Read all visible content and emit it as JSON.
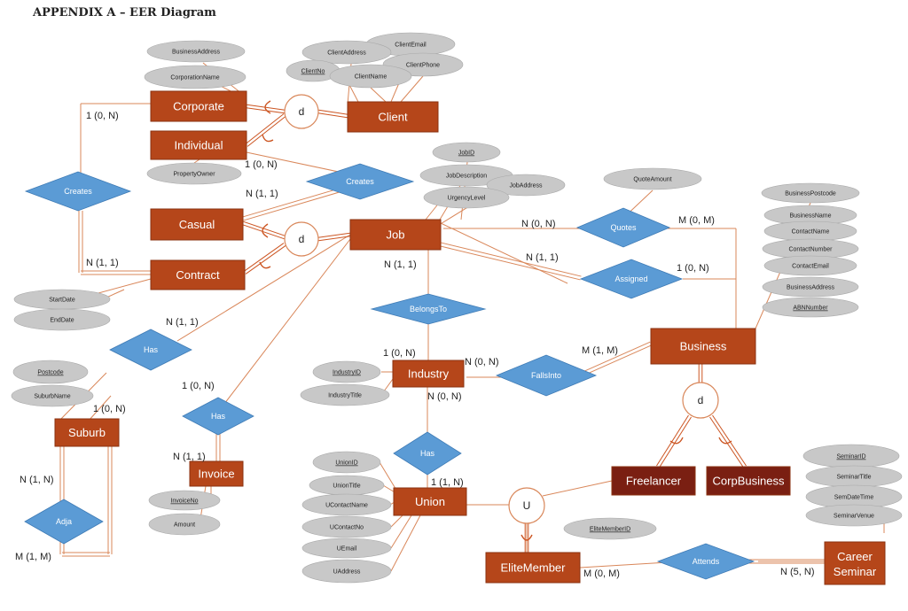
{
  "title": "APPENDIX A – EER Diagram",
  "colors": {
    "entity": "#b5461a",
    "weak_entity": "#7a1f12",
    "relationship": "#5b9bd5",
    "attribute": "#c8c8c8",
    "line": "#d9875a",
    "inheritance": "#cc5522"
  },
  "entities": [
    {
      "id": "corporate",
      "label": "Corporate"
    },
    {
      "id": "individual",
      "label": "Individual"
    },
    {
      "id": "client",
      "label": "Client"
    },
    {
      "id": "casual",
      "label": "Casual"
    },
    {
      "id": "contract",
      "label": "Contract"
    },
    {
      "id": "job",
      "label": "Job"
    },
    {
      "id": "industry",
      "label": "Industry"
    },
    {
      "id": "business",
      "label": "Business"
    },
    {
      "id": "suburb",
      "label": "Suburb"
    },
    {
      "id": "invoice",
      "label": "Invoice"
    },
    {
      "id": "union",
      "label": "Union"
    },
    {
      "id": "freelancer",
      "label": "Freelancer",
      "weak": true
    },
    {
      "id": "corpbusiness",
      "label": "CorpBusiness",
      "weak": true
    },
    {
      "id": "elitemember",
      "label": "EliteMember"
    },
    {
      "id": "careerseminar",
      "label": "Career Seminar",
      "lines": [
        "Career",
        "Seminar"
      ]
    }
  ],
  "relationships": [
    {
      "id": "creates1",
      "label": "Creates"
    },
    {
      "id": "creates2",
      "label": "Creates"
    },
    {
      "id": "quotes",
      "label": "Quotes"
    },
    {
      "id": "assigned",
      "label": "Assigned"
    },
    {
      "id": "belongsto",
      "label": "BelongsTo"
    },
    {
      "id": "fallsinto",
      "label": "FallsInto"
    },
    {
      "id": "has1",
      "label": "Has"
    },
    {
      "id": "has2",
      "label": "Has"
    },
    {
      "id": "has3",
      "label": "Has"
    },
    {
      "id": "adja",
      "label": "Adja"
    },
    {
      "id": "attends",
      "label": "Attends"
    }
  ],
  "attributes": [
    {
      "id": "a1",
      "label": "BusinessAddress"
    },
    {
      "id": "a2",
      "label": "CorporationName"
    },
    {
      "id": "a3",
      "label": "ClientEmail"
    },
    {
      "id": "a4",
      "label": "ClientAddress"
    },
    {
      "id": "a5",
      "label": "ClientPhone"
    },
    {
      "id": "a6",
      "label": "ClientNo",
      "key": true
    },
    {
      "id": "a7",
      "label": "ClientName"
    },
    {
      "id": "a8",
      "label": "PropertyOwner"
    },
    {
      "id": "a9",
      "label": "JobID",
      "key": true
    },
    {
      "id": "a10",
      "label": "JobDescription"
    },
    {
      "id": "a11",
      "label": "JobAddress"
    },
    {
      "id": "a12",
      "label": "UrgencyLevel"
    },
    {
      "id": "a13",
      "label": "QuoteAmount"
    },
    {
      "id": "a14",
      "label": "BusinessPostcode"
    },
    {
      "id": "a15",
      "label": "BusinessName"
    },
    {
      "id": "a16",
      "label": "ContactName"
    },
    {
      "id": "a17",
      "label": "ContactNumber"
    },
    {
      "id": "a18",
      "label": "ContactEmail"
    },
    {
      "id": "a19",
      "label": "BusinessAddress"
    },
    {
      "id": "a20",
      "label": "ABNNumber",
      "key": true
    },
    {
      "id": "a21",
      "label": "StartDate"
    },
    {
      "id": "a22",
      "label": "EndDate"
    },
    {
      "id": "a23",
      "label": "Postcode",
      "key": true
    },
    {
      "id": "a24",
      "label": "SuburbName"
    },
    {
      "id": "a25",
      "label": "IndustryID",
      "key": true
    },
    {
      "id": "a26",
      "label": "IndustryTitle"
    },
    {
      "id": "a27",
      "label": "InvoiceNo",
      "key": true
    },
    {
      "id": "a28",
      "label": "Amount"
    },
    {
      "id": "a29",
      "label": "UnionID",
      "key": true
    },
    {
      "id": "a30",
      "label": "UnionTitle"
    },
    {
      "id": "a31",
      "label": "UContactName"
    },
    {
      "id": "a32",
      "label": "UContactNo"
    },
    {
      "id": "a33",
      "label": "UEmail"
    },
    {
      "id": "a34",
      "label": "UAddress"
    },
    {
      "id": "a35",
      "label": "EliteMemberID",
      "key": true
    },
    {
      "id": "a36",
      "label": "SeminarID",
      "key": true
    },
    {
      "id": "a37",
      "label": "SeminarTitle"
    },
    {
      "id": "a38",
      "label": "SemDateTime"
    },
    {
      "id": "a39",
      "label": "SeminarVenue"
    }
  ],
  "specializations": [
    {
      "id": "s1",
      "label": "d"
    },
    {
      "id": "s2",
      "label": "d"
    },
    {
      "id": "s3",
      "label": "d"
    },
    {
      "id": "s4",
      "label": "U"
    }
  ],
  "cardinalities": [
    {
      "id": "c1",
      "label": "1 (0, N)"
    },
    {
      "id": "c2",
      "label": "N (1, 1)"
    },
    {
      "id": "c3",
      "label": "1 (0, N)"
    },
    {
      "id": "c4",
      "label": "N (1, 1)"
    },
    {
      "id": "c5",
      "label": "N (0, N)"
    },
    {
      "id": "c6",
      "label": "M (0, M)"
    },
    {
      "id": "c7",
      "label": "N (1, 1)"
    },
    {
      "id": "c8",
      "label": "N (1, 1)"
    },
    {
      "id": "c9",
      "label": "1 (0, N)"
    },
    {
      "id": "c10",
      "label": "N (1, 1)"
    },
    {
      "id": "c11",
      "label": "1 (0, N)"
    },
    {
      "id": "c12",
      "label": "N (0, N)"
    },
    {
      "id": "c13",
      "label": "M (1, M)"
    },
    {
      "id": "c14",
      "label": "N (0, N)"
    },
    {
      "id": "c15",
      "label": "1 (0, N)"
    },
    {
      "id": "c16",
      "label": "1 (0, N)"
    },
    {
      "id": "c17",
      "label": "N (1, 1)"
    },
    {
      "id": "c18",
      "label": "N (1, N)"
    },
    {
      "id": "c19",
      "label": "M (1, M)"
    },
    {
      "id": "c20",
      "label": "1 (1, N)"
    },
    {
      "id": "c21",
      "label": "M (0, M)"
    },
    {
      "id": "c22",
      "label": "N (5, N)"
    }
  ]
}
